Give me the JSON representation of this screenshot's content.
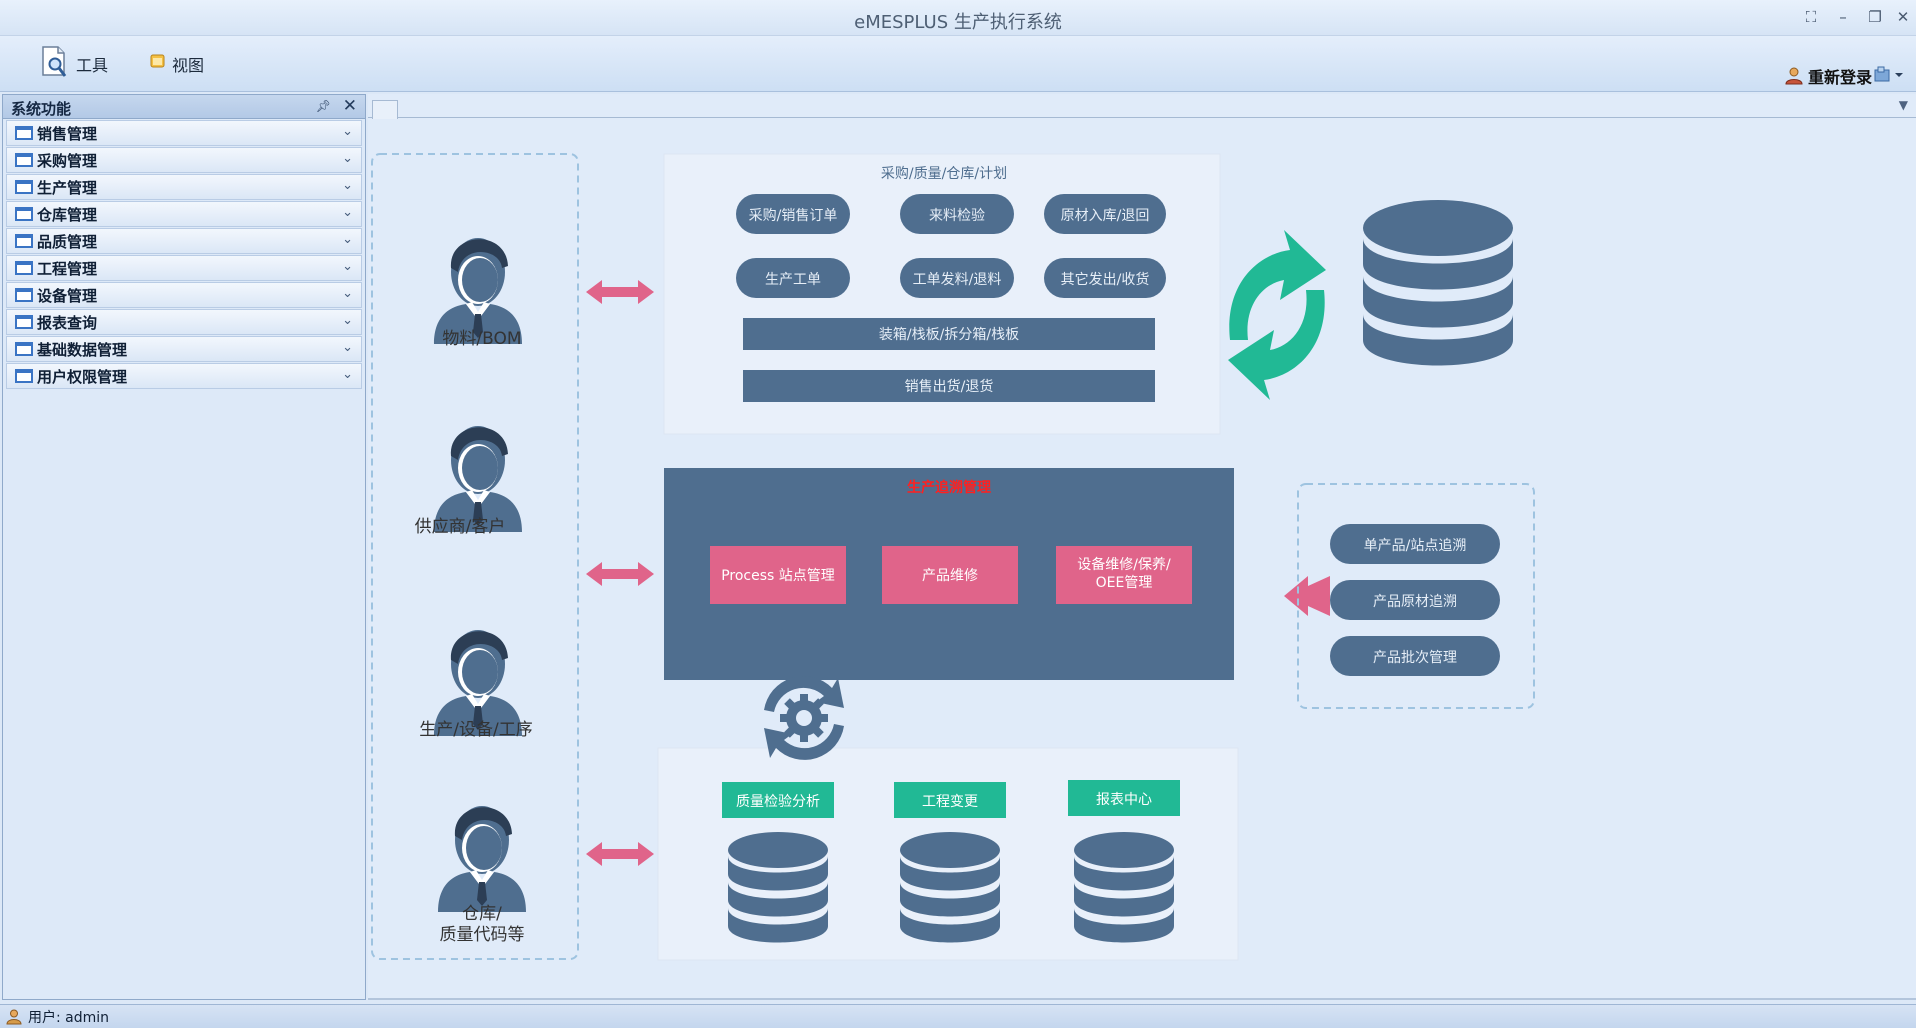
{
  "window": {
    "title": "eMESPLUS 生产执行系统",
    "controls": [
      "restore-icon",
      "minimize-icon",
      "maximize-icon",
      "close-icon"
    ]
  },
  "menu": {
    "tools_label": "工具",
    "view_label": "视图",
    "relogin_label": "重新登录"
  },
  "left_panel": {
    "title": "系统功能",
    "items": [
      {
        "label": "销售管理"
      },
      {
        "label": "采购管理"
      },
      {
        "label": "生产管理"
      },
      {
        "label": "仓库管理"
      },
      {
        "label": "品质管理"
      },
      {
        "label": "工程管理"
      },
      {
        "label": "设备管理"
      },
      {
        "label": "报表查询"
      },
      {
        "label": "基础数据管理"
      },
      {
        "label": "用户权限管理"
      }
    ]
  },
  "diagram": {
    "actors": {
      "material": "物料/BOM",
      "supplier": "供应商/客户",
      "production": "生产/设备/工序",
      "warehouse_line1": "仓库/",
      "warehouse_line2": "质量代码等"
    },
    "top_box": {
      "title": "采购/质量/仓库/计划",
      "pills_row1": [
        "采购/销售订单",
        "来料检验",
        "原材入库/退回"
      ],
      "pills_row2": [
        "生产工单",
        "工单发料/退料",
        "其它发出/收货"
      ],
      "bar1": "装箱/栈板/拆分箱/栈板",
      "bar2": "销售出货/退货"
    },
    "middle_box": {
      "title": "生产追溯管理",
      "box1": "Process 站点管理",
      "box2": "产品维修",
      "box3_line1": "设备维修/保养/",
      "box3_line2": "OEE管理"
    },
    "right_box": {
      "pills": [
        "单产品/站点追溯",
        "产品原材追溯",
        "产品批次管理"
      ]
    },
    "bottom_box": {
      "labels": [
        "质量检验分析",
        "工程变更",
        "报表中心"
      ]
    },
    "colors": {
      "slate": "#4f6e8f",
      "pink": "#e0648a",
      "teal": "#21b995",
      "title_red": "#ff2020",
      "panel_bg": "#e9f0fa",
      "dash": "#9ec3e0"
    }
  },
  "status": {
    "user_text": "用户: admin"
  }
}
